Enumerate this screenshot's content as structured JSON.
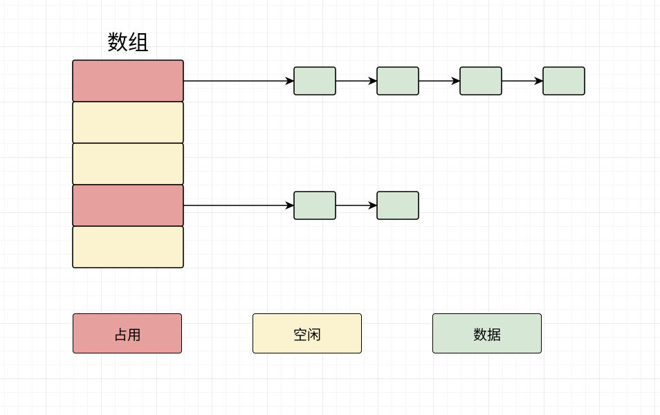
{
  "title": "数组",
  "colors": {
    "occupied": "#e6a09e",
    "free": "#fbf2d0",
    "data": "#d6e7d5",
    "border": "#000000"
  },
  "array_slots": [
    "occupied",
    "free",
    "free",
    "occupied",
    "free"
  ],
  "chains": [
    {
      "slot": 0,
      "nodes": 4
    },
    {
      "slot": 3,
      "nodes": 2
    }
  ],
  "legend": {
    "occupied": "占用",
    "free": "空闲",
    "data": "数据"
  }
}
